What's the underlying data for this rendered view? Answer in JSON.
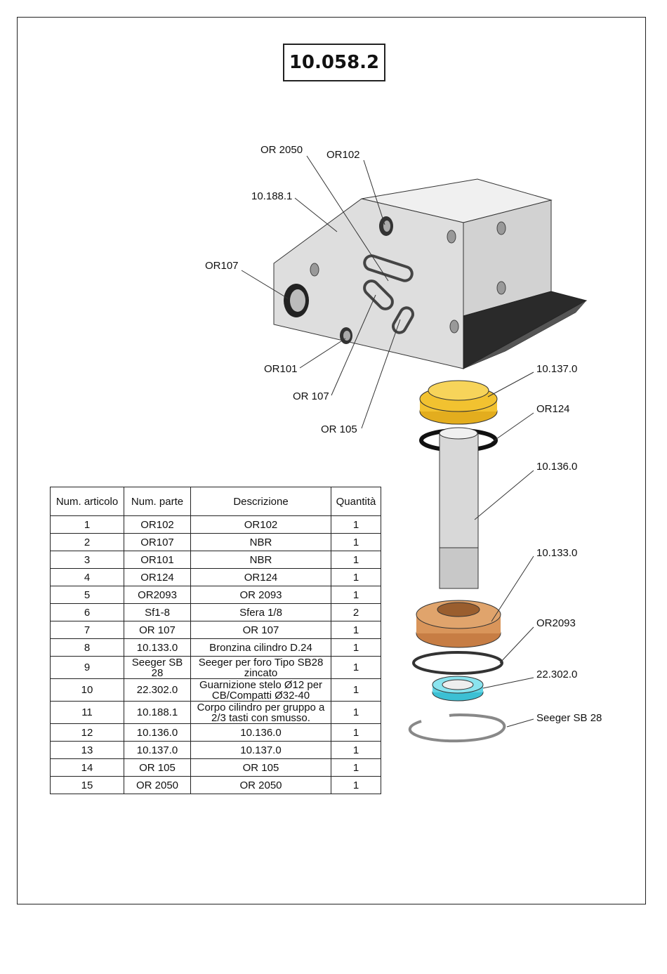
{
  "drawing_code": "10.058.2",
  "callouts": {
    "or2050_top": "OR 2050",
    "or102": "OR102",
    "body_1018": "10.188.1",
    "or107_left": "OR107",
    "or101": "OR101",
    "or107_bottom": "OR 107",
    "or105": "OR 105",
    "piston_10137": "10.137.0",
    "or124": "OR124",
    "rod_10136": "10.136.0",
    "bushing_10133": "10.133.0",
    "or2093": "OR2093",
    "seal_22302": "22.302.0",
    "seeger": "Seeger SB 28"
  },
  "table": {
    "headers": [
      "Num. articolo",
      "Num. parte",
      "Descrizione",
      "Quantità"
    ],
    "rows": [
      [
        "1",
        "OR102",
        "OR102",
        "1"
      ],
      [
        "2",
        "OR107",
        "NBR",
        "1"
      ],
      [
        "3",
        "OR101",
        "NBR",
        "1"
      ],
      [
        "4",
        "OR124",
        "OR124",
        "1"
      ],
      [
        "5",
        "OR2093",
        "OR 2093",
        "1"
      ],
      [
        "6",
        "Sf1-8",
        "Sfera 1/8",
        "2"
      ],
      [
        "7",
        "OR 107",
        "OR 107",
        "1"
      ],
      [
        "8",
        "10.133.0",
        "Bronzina cilindro D.24",
        "1"
      ],
      [
        "9",
        "Seeger SB 28",
        "Seeger per foro Tipo SB28 zincato",
        "1"
      ],
      [
        "10",
        "22.302.0",
        "Guarnizione stelo Ø12 per CB/Compatti Ø32-40",
        "1"
      ],
      [
        "11",
        "10.188.1",
        "Corpo cilindro per gruppo a 2/3 tasti con smusso.",
        "1"
      ],
      [
        "12",
        "10.136.0",
        "10.136.0",
        "1"
      ],
      [
        "13",
        "10.137.0",
        "10.137.0",
        "1"
      ],
      [
        "14",
        "OR 105",
        "OR 105",
        "1"
      ],
      [
        "15",
        "OR 2050",
        "OR 2050",
        "1"
      ]
    ]
  },
  "colors": {
    "brass_yellow": "#f2c230",
    "bronze": "#d9955a",
    "cyan_seal": "#5fd3e3",
    "steel": "#d8d8d8",
    "body_grey": "#dedede"
  }
}
